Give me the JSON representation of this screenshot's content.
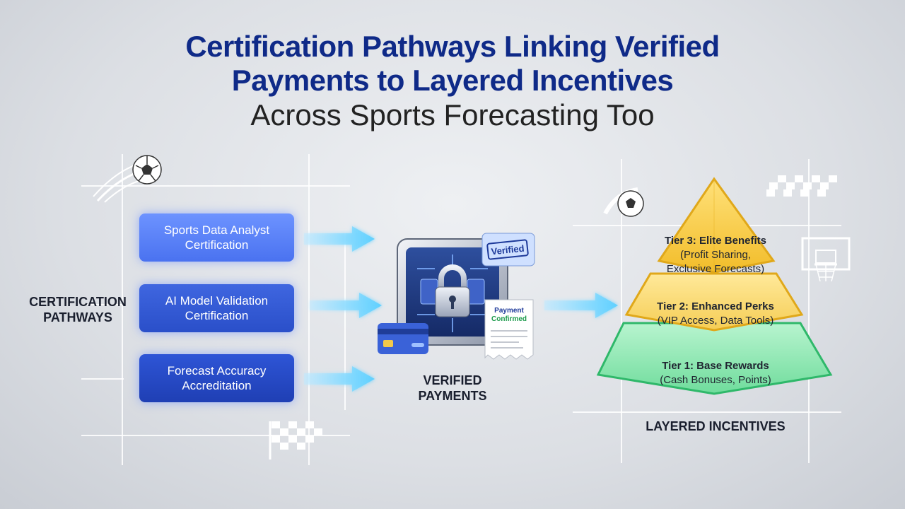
{
  "title": {
    "line1": "Certification Pathways Linking Verified",
    "line2": "Payments to Layered Incentives",
    "line3": "Across Sports Forecasting Too"
  },
  "pathways": {
    "label": "CERTIFICATION\nPATHWAYS",
    "items": [
      {
        "label": "Sports Data Analyst\nCertification"
      },
      {
        "label": "AI Model Validation\nCertification"
      },
      {
        "label": "Forecast Accuracy\nAccreditation"
      }
    ]
  },
  "payments": {
    "label": "VERIFIED\nPAYMENTS",
    "stamp": "Verified",
    "receipt_line1": "Payment",
    "receipt_line2": "Confirmed"
  },
  "incentives": {
    "label": "LAYERED INCENTIVES",
    "tiers": [
      {
        "name": "Tier 3: Elite Benefits",
        "detail": "(Profit Sharing,\nExclusive Forecasts)"
      },
      {
        "name": "Tier 2: Enhanced Perks",
        "detail": "(VIP Access, Data Tools)"
      },
      {
        "name": "Tier 1: Base Rewards",
        "detail": "(Cash Bonuses, Points)"
      }
    ]
  },
  "colors": {
    "title_blue": "#0f2a88",
    "tier3": "#f6c933",
    "tier2": "#f9d870",
    "tier1": "#8fe8b3",
    "arrow": "#7fd8ff"
  },
  "icons": [
    "soccer-ball-icon",
    "checkered-flag-icon",
    "basketball-hoop-icon",
    "padlock-chip-icon",
    "credit-card-icon",
    "receipt-icon"
  ]
}
